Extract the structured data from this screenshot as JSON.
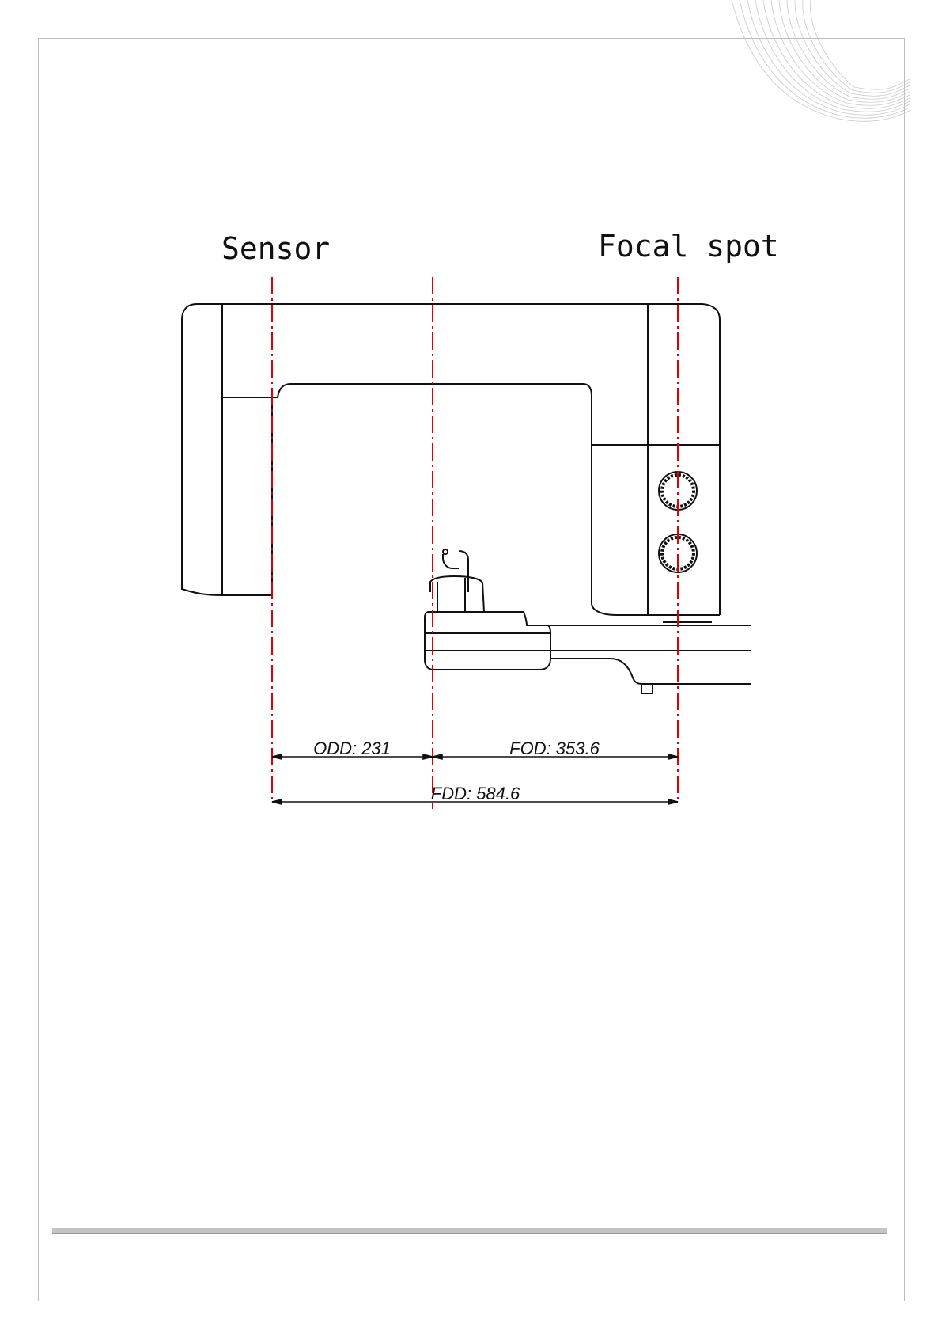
{
  "labels": {
    "sensor": "Sensor",
    "focal_spot": "Focal spot"
  },
  "dimensions": {
    "odd": "ODD: 231",
    "fod": "FOD: 353.6",
    "fdd": "FDD: 584.6"
  },
  "colors": {
    "reference_line": "#e00000",
    "outline": "#111111",
    "decoration": "#bfbfbf"
  },
  "icons": {
    "decoration": "wave-lines-icon"
  }
}
